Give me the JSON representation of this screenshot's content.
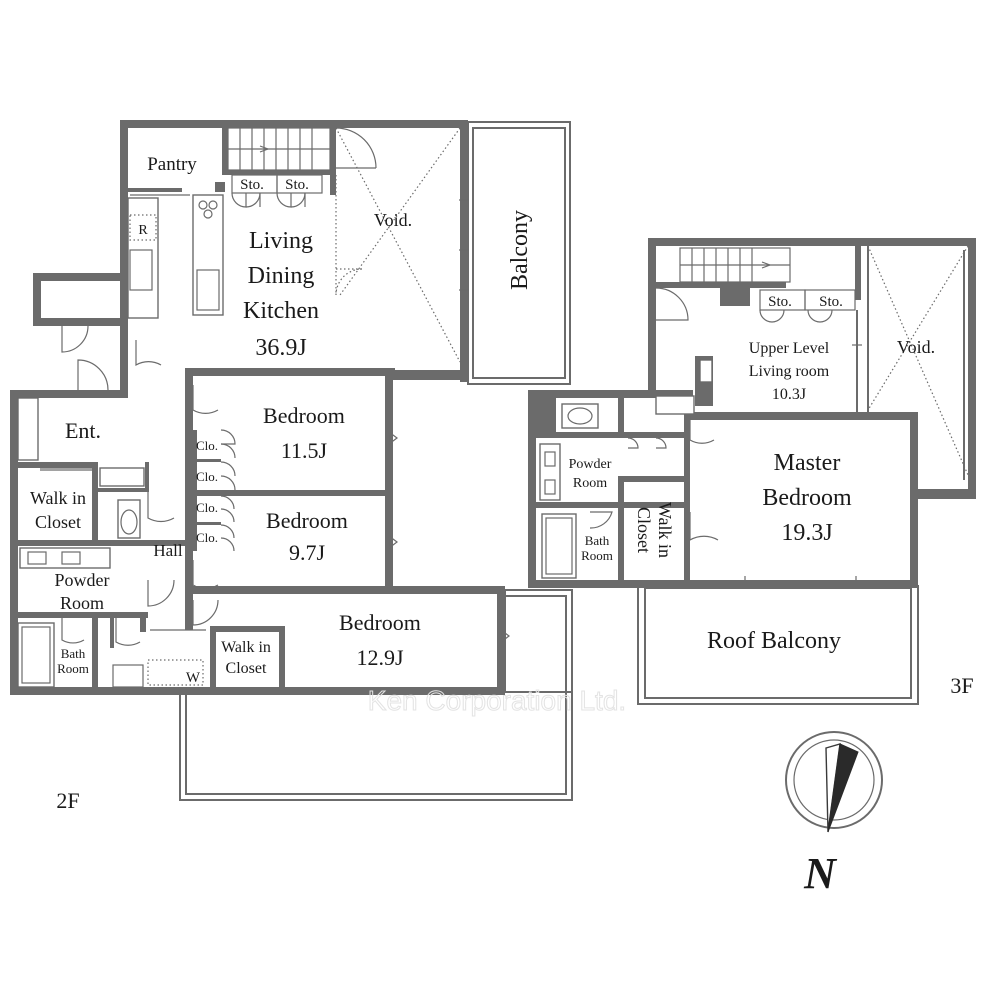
{
  "floor_2f": {
    "floor_label": "2F",
    "rooms": {
      "pantry": "Pantry",
      "storage_1": "Sto.",
      "storage_2": "Sto.",
      "refrigerator": "R",
      "void": "Void.",
      "ldk_line1": "Living",
      "ldk_line2": "Dining",
      "ldk_line3": "Kitchen",
      "ldk_size": "36.9J",
      "balcony": "Balcony",
      "entrance": "Ent.",
      "bedroom1_name": "Bedroom",
      "bedroom1_size": "11.5J",
      "bedroom2_name": "Bedroom",
      "bedroom2_size": "9.7J",
      "bedroom3_name": "Bedroom",
      "bedroom3_size": "12.9J",
      "closet_1": "Clo.",
      "closet_2": "Clo.",
      "closet_3": "Clo.",
      "closet_4": "Clo.",
      "wic1_line1": "Walk in",
      "wic1_line2": "Closet",
      "wic2_line1": "Walk in",
      "wic2_line2": "Closet",
      "hall": "Hall",
      "powder_line1": "Powder",
      "powder_line2": "Room",
      "bath_line1": "Bath",
      "bath_line2": "Room",
      "washer": "W"
    }
  },
  "floor_3f": {
    "floor_label": "3F",
    "rooms": {
      "storage_1": "Sto.",
      "storage_2": "Sto.",
      "upper_line1": "Upper Level",
      "upper_line2": "Living room",
      "upper_size": "10.3J",
      "void": "Void.",
      "powder_line1": "Powder",
      "powder_line2": "Room",
      "bath_line1": "Bath",
      "bath_line2": "Room",
      "wic_line1": "Walk in",
      "wic_line2": "Closet",
      "master_line1": "Master",
      "master_line2": "Bedroom",
      "master_size": "19.3J",
      "roof_balcony": "Roof Balcony"
    }
  },
  "compass": {
    "north": "N"
  },
  "watermark": "Ken Corporation Ltd."
}
